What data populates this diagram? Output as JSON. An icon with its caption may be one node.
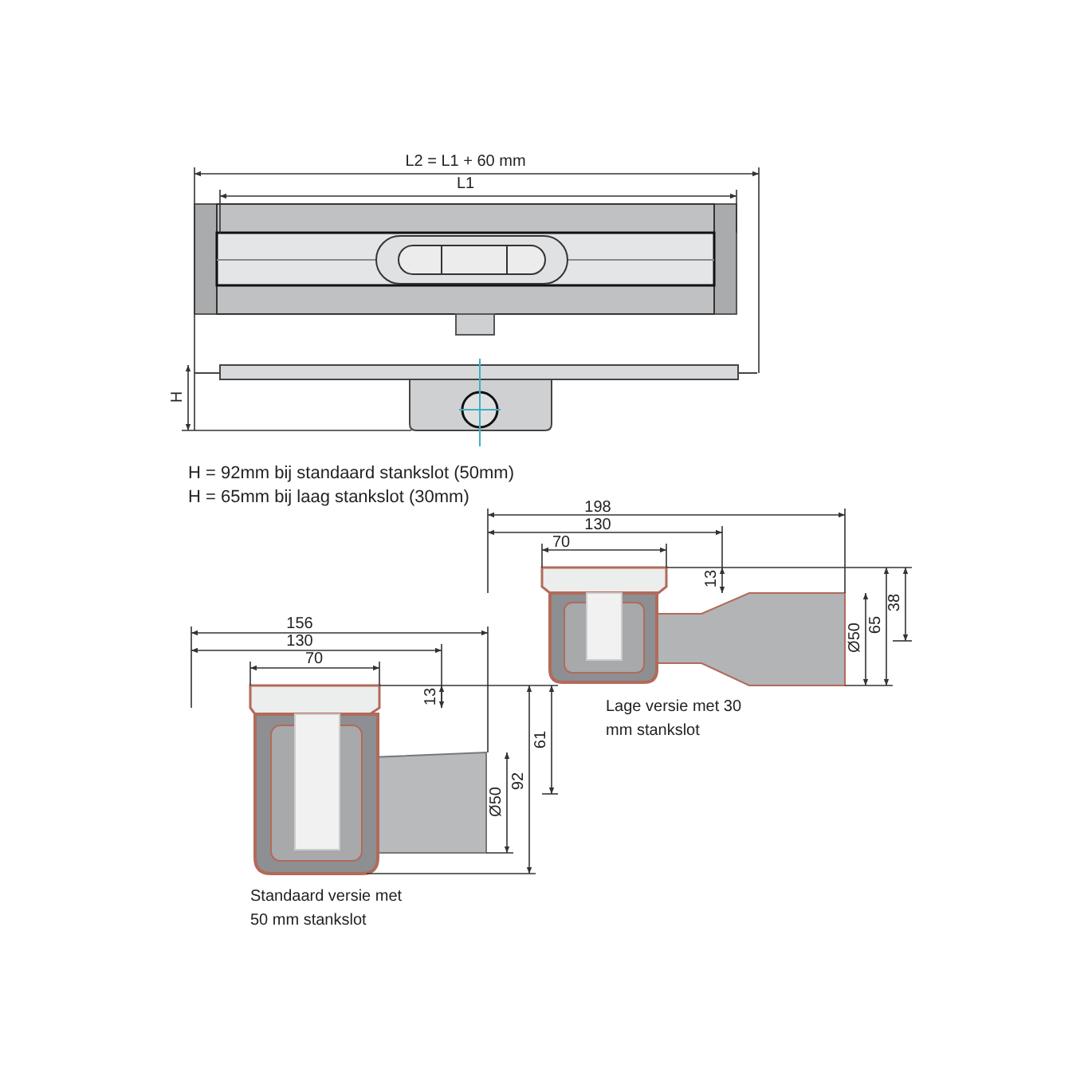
{
  "diagram": {
    "labels": [
      "L2 = L1 + 60 mm",
      "L1",
      "H",
      "H = 92mm bij standaard stankslot (50mm)",
      "H = 65mm bij laag stankslot (30mm)",
      "198",
      "130",
      "70",
      "13",
      "Ø50",
      "65",
      "38",
      "Lage versie met 30 mm stankslot",
      "156",
      "130",
      "70",
      "13",
      "61",
      "92",
      "Ø50",
      "Standaard versie met 50 mm stankslot"
    ]
  }
}
